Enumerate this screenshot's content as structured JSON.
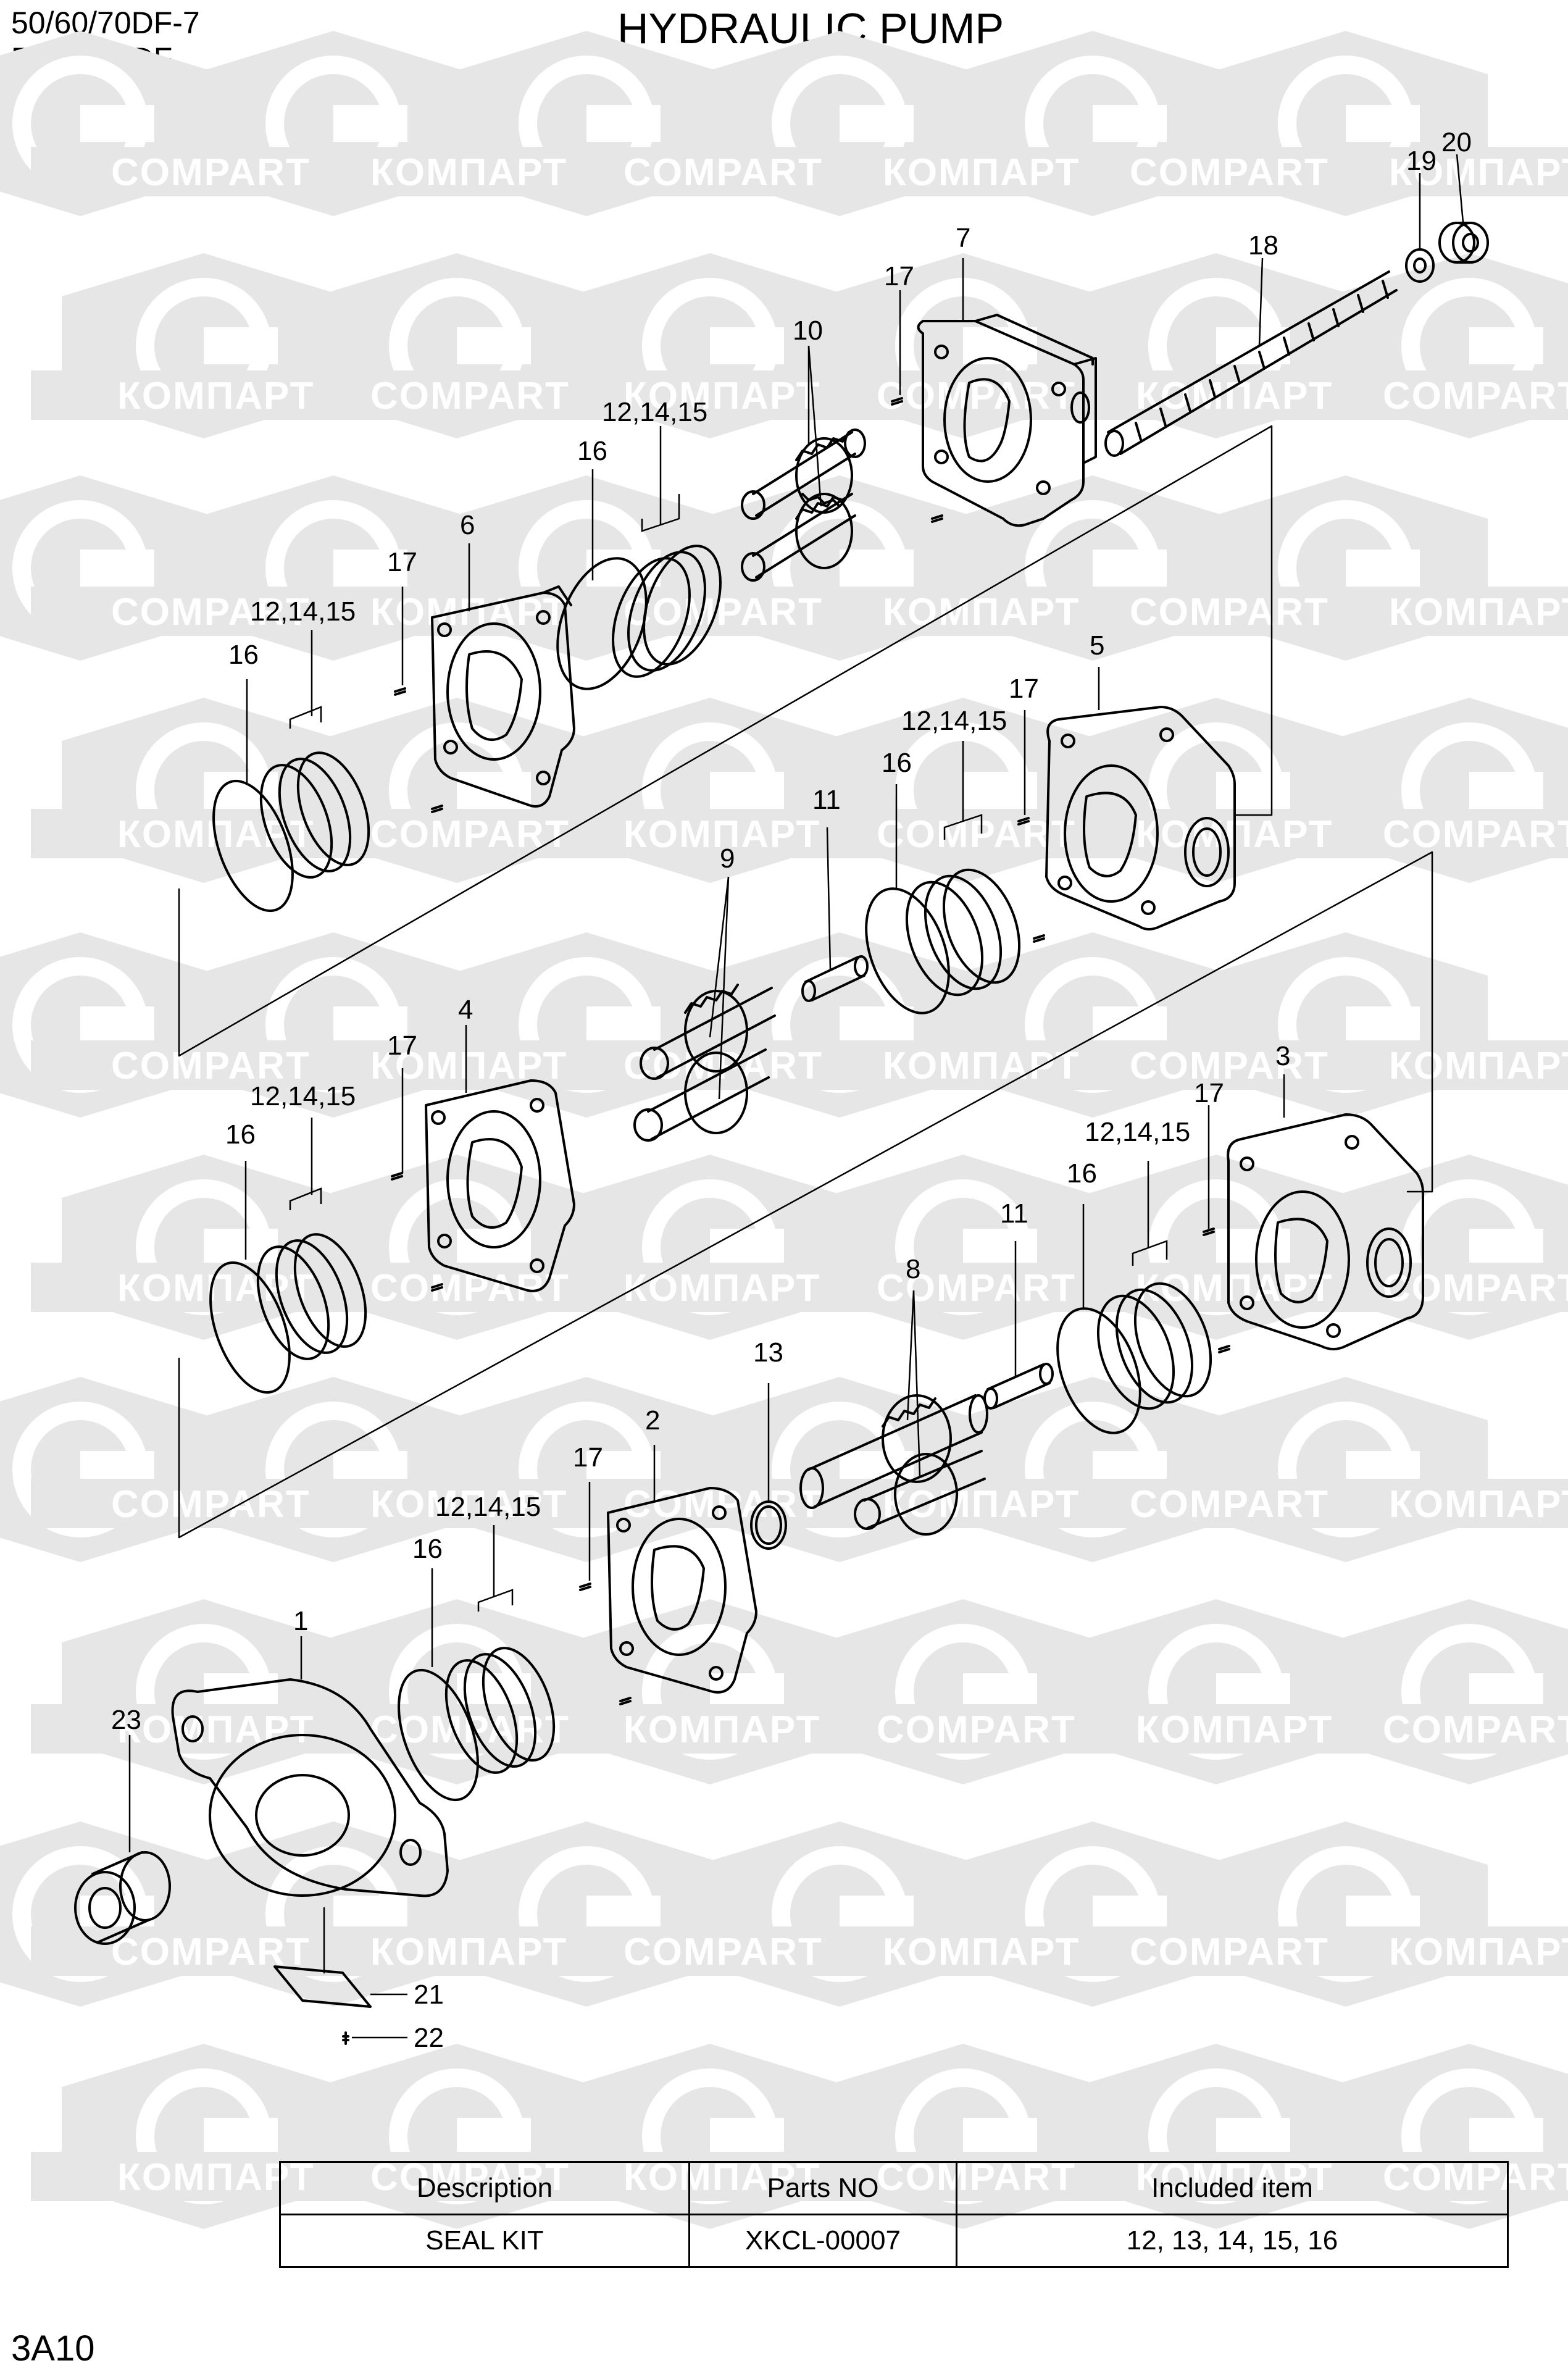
{
  "header": {
    "model_line_1": "50/60/70DF-7",
    "model_line_2": "50/60/70DF",
    "title": "HYDRAULIC PUMP"
  },
  "watermark": {
    "text_en": "COMPART",
    "text_ru": "КОМПАРТ"
  },
  "callouts": {
    "c1": "1",
    "c2": "2",
    "c3": "3",
    "c4": "4",
    "c5": "5",
    "c6": "6",
    "c7": "7",
    "c8": "8",
    "c9": "9",
    "c10": "10",
    "c11": "11",
    "c13": "13",
    "c16": "16",
    "c17": "17",
    "c18": "18",
    "c19": "19",
    "c20": "20",
    "c21": "21",
    "c22": "22",
    "c23": "23",
    "c121415": "12,14,15"
  },
  "kit_table": {
    "headers": [
      "Description",
      "Parts NO",
      "Included item"
    ],
    "rows": [
      [
        "SEAL KIT",
        "XKCL-00007",
        "12, 13, 14, 15, 16"
      ]
    ]
  },
  "page_ref": "3A10",
  "colors": {
    "line": "#000000",
    "watermark": "#e6e6e6"
  }
}
